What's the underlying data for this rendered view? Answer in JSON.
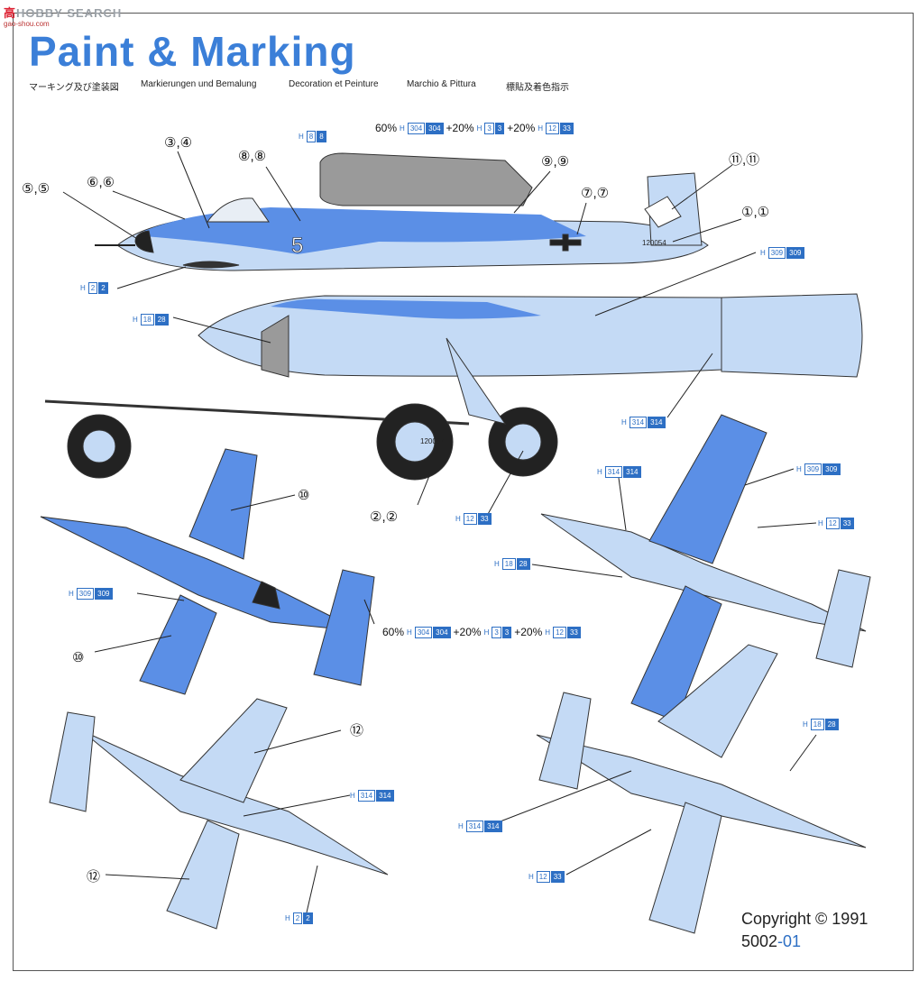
{
  "watermark": {
    "cn": "高",
    "text": "HOBBY SEARCH",
    "sub": "gao-shou.com"
  },
  "title": "Paint & Marking",
  "subtitles": [
    "マーキング及び塗装図",
    "Markierungen und Bemalung",
    "Decoration et Peinture",
    "Marchio & Pittura",
    "標貼及着色指示"
  ],
  "mix_top": {
    "p1": "60%",
    "p2": "+20%",
    "p3": "+20%",
    "c1": {
      "prefix": "H",
      "a": "304",
      "b": "304"
    },
    "c2": {
      "prefix": "H",
      "a": "3",
      "b": "3"
    },
    "c3": {
      "prefix": "H",
      "a": "12",
      "b": "33"
    }
  },
  "mix_mid": {
    "p1": "60%",
    "p2": "+20%",
    "p3": "+20%",
    "c1": {
      "prefix": "H",
      "a": "304",
      "b": "304"
    },
    "c2": {
      "prefix": "H",
      "a": "3",
      "b": "3"
    },
    "c3": {
      "prefix": "H",
      "a": "12",
      "b": "33"
    }
  },
  "refs": [
    {
      "prefix": "H",
      "a": "8",
      "b": "8"
    },
    {
      "prefix": "H",
      "a": "309",
      "b": "309"
    },
    {
      "prefix": "H",
      "a": "2",
      "b": "2"
    },
    {
      "prefix": "H",
      "a": "18",
      "b": "28"
    },
    {
      "prefix": "H",
      "a": "314",
      "b": "314"
    },
    {
      "prefix": "H",
      "a": "12",
      "b": "33"
    },
    {
      "prefix": "H",
      "a": "314",
      "b": "314"
    },
    {
      "prefix": "H",
      "a": "309",
      "b": "309"
    },
    {
      "prefix": "H",
      "a": "12",
      "b": "33"
    },
    {
      "prefix": "H",
      "a": "18",
      "b": "28"
    },
    {
      "prefix": "H",
      "a": "309",
      "b": "309"
    },
    {
      "prefix": "H",
      "a": "18",
      "b": "28"
    },
    {
      "prefix": "H",
      "a": "314",
      "b": "314"
    },
    {
      "prefix": "H",
      "a": "314",
      "b": "314"
    },
    {
      "prefix": "H",
      "a": "12",
      "b": "33"
    },
    {
      "prefix": "H",
      "a": "2",
      "b": "2"
    }
  ],
  "callouts": [
    "③,④",
    "⑤,⑤",
    "⑥,⑥",
    "⑧,⑧",
    "⑨,⑨",
    "⑦,⑦",
    "⑪,⑪",
    "①,①",
    "②,②",
    "⑩",
    "⑩",
    "⑫",
    "⑫"
  ],
  "aircraft_text": {
    "number": "5",
    "serial_top": "120054",
    "serial_trolley": "120067"
  },
  "copyright": "Copyright © 1991",
  "code": {
    "main": "5002",
    "suffix": "-01"
  },
  "colors": {
    "title_blue": "#3b7fd8",
    "camo_blue": "#5b8fe6",
    "light_blue": "#c4daf5",
    "grey": "#9a9a9a",
    "black": "#222222"
  }
}
